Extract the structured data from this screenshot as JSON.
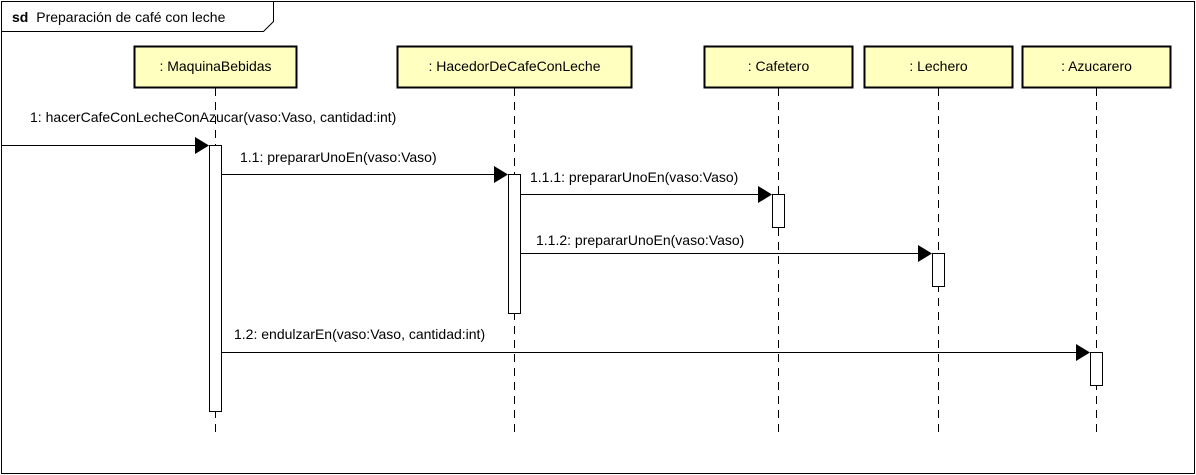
{
  "frame": {
    "keyword": "sd",
    "title": "Preparación de café con leche"
  },
  "colors": {
    "participant_fill": "#ffffc0",
    "participant_border": "#000000",
    "line": "#000000",
    "activation_fill": "#ffffff"
  },
  "participants": [
    {
      "id": "maquina",
      "label": ": MaquinaBebidas"
    },
    {
      "id": "hacedor",
      "label": ": HacedorDeCafeConLeche"
    },
    {
      "id": "cafetero",
      "label": ": Cafetero"
    },
    {
      "id": "lechero",
      "label": ": Lechero"
    },
    {
      "id": "azucarero",
      "label": ": Azucarero"
    }
  ],
  "messages": [
    {
      "id": "m1",
      "from": "found",
      "to": "maquina",
      "label": "1: hacerCafeConLecheConAzucar(vaso:Vaso, cantidad:int)"
    },
    {
      "id": "m1-1",
      "from": "maquina",
      "to": "hacedor",
      "label": "1.1: prepararUnoEn(vaso:Vaso)"
    },
    {
      "id": "m1-1-1",
      "from": "hacedor",
      "to": "cafetero",
      "label": "1.1.1: prepararUnoEn(vaso:Vaso)"
    },
    {
      "id": "m1-1-2",
      "from": "hacedor",
      "to": "lechero",
      "label": "1.1.2: prepararUnoEn(vaso:Vaso)"
    },
    {
      "id": "m1-2",
      "from": "maquina",
      "to": "azucarero",
      "label": "1.2: endulzarEn(vaso:Vaso, cantidad:int)"
    }
  ]
}
